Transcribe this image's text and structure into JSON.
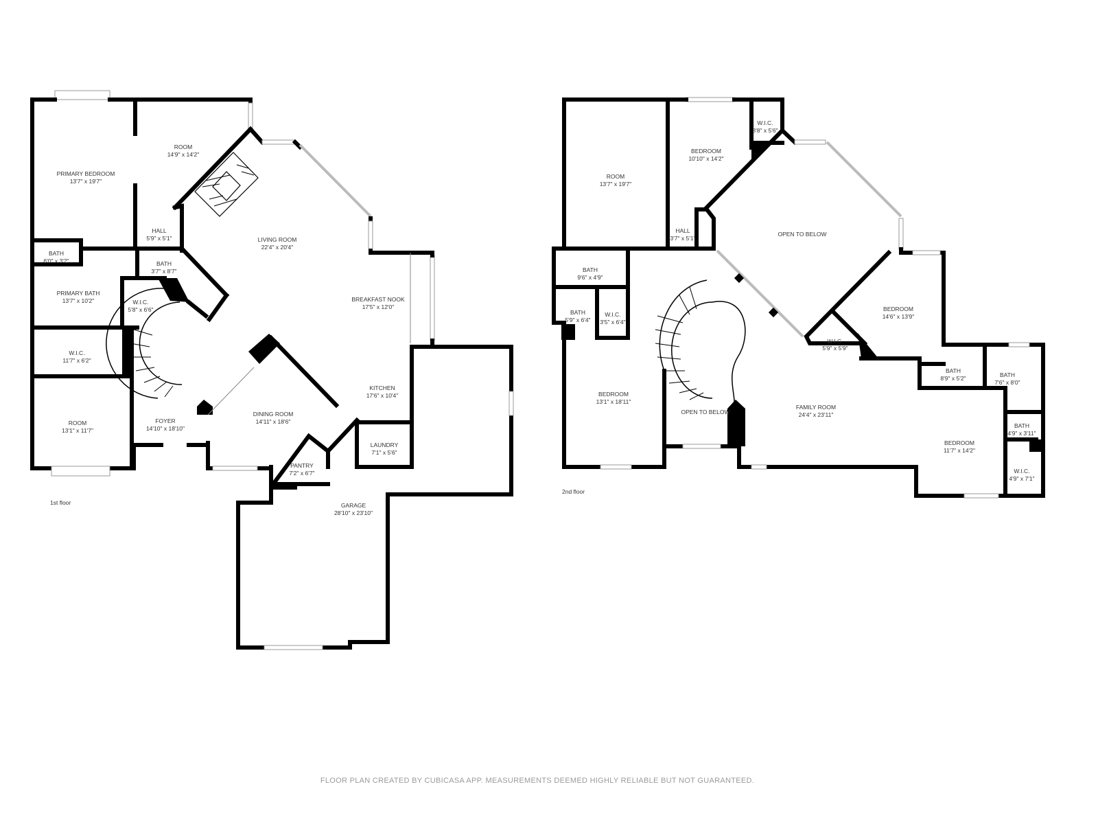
{
  "floor1": {
    "caption": "1st floor",
    "rooms": [
      {
        "name": "PRIMARY BEDROOM",
        "dims": "13'7\" x 19'7\""
      },
      {
        "name": "ROOM",
        "dims": "14'9\" x 14'2\""
      },
      {
        "name": "HALL",
        "dims": "5'9\" x 5'1\""
      },
      {
        "name": "BATH",
        "dims": "6'0\" x 3'2\""
      },
      {
        "name": "BATH",
        "dims": "3'7\" x 8'7\""
      },
      {
        "name": "PRIMARY BATH",
        "dims": "13'7\" x 10'2\""
      },
      {
        "name": "W.I.C.",
        "dims": "5'8\" x 6'6\""
      },
      {
        "name": "LIVING ROOM",
        "dims": "22'4\" x 20'4\""
      },
      {
        "name": "BREAKFAST NOOK",
        "dims": "17'5\" x 12'0\""
      },
      {
        "name": "W.I.C.",
        "dims": "11'7\" x 6'2\""
      },
      {
        "name": "KITCHEN",
        "dims": "17'6\" x 10'4\""
      },
      {
        "name": "ROOM",
        "dims": "13'1\" x 11'7\""
      },
      {
        "name": "FOYER",
        "dims": "14'10\" x 18'10\""
      },
      {
        "name": "DINING ROOM",
        "dims": "14'11\" x 18'6\""
      },
      {
        "name": "LAUNDRY",
        "dims": "7'1\" x 5'6\""
      },
      {
        "name": "PANTRY",
        "dims": "7'2\" x 6'7\""
      },
      {
        "name": "GARAGE",
        "dims": "28'10\" x 23'10\""
      }
    ]
  },
  "floor2": {
    "caption": "2nd floor",
    "rooms": [
      {
        "name": "ROOM",
        "dims": "13'7\" x 19'7\""
      },
      {
        "name": "BEDROOM",
        "dims": "10'10\" x 14'2\""
      },
      {
        "name": "W.I.C.",
        "dims": "3'8\" x 5'6\""
      },
      {
        "name": "HALL",
        "dims": "3'7\" x 5'1\""
      },
      {
        "name": "OPEN TO BELOW",
        "dims": ""
      },
      {
        "name": "BATH",
        "dims": "9'6\" x 4'9\""
      },
      {
        "name": "BATH",
        "dims": "5'9\" x 6'4\""
      },
      {
        "name": "W.I.C.",
        "dims": "3'5\" x 6'4\""
      },
      {
        "name": "BEDROOM",
        "dims": "14'6\" x 13'9\""
      },
      {
        "name": "W.I.C.",
        "dims": "5'9\" x 5'9\""
      },
      {
        "name": "BATH",
        "dims": "8'9\" x 5'2\""
      },
      {
        "name": "BATH",
        "dims": "7'6\" x 8'0\""
      },
      {
        "name": "BEDROOM",
        "dims": "13'1\" x 18'11\""
      },
      {
        "name": "OPEN TO BELOW",
        "dims": ""
      },
      {
        "name": "FAMILY ROOM",
        "dims": "24'4\" x 23'11\""
      },
      {
        "name": "BATH",
        "dims": "4'9\" x 3'11\""
      },
      {
        "name": "BEDROOM",
        "dims": "11'7\" x 14'2\""
      },
      {
        "name": "W.I.C.",
        "dims": "4'9\" x 7'1\""
      }
    ]
  },
  "footer": "FLOOR PLAN CREATED BY CUBICASA APP. MEASUREMENTS DEEMED HIGHLY RELIABLE BUT NOT GUARANTEED."
}
